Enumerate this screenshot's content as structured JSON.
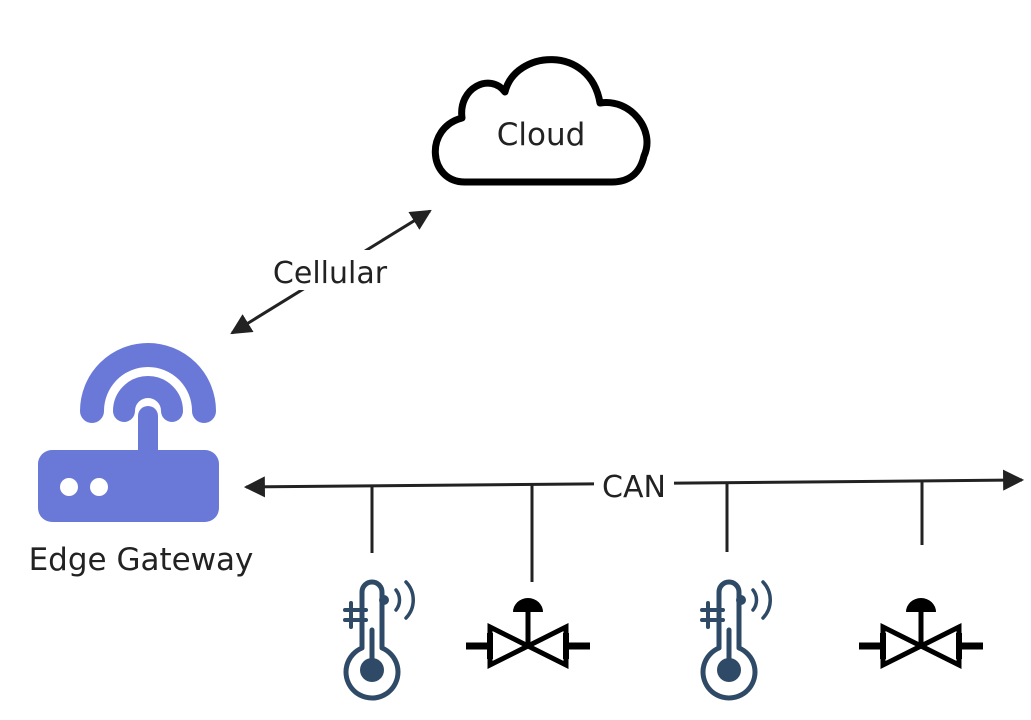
{
  "cloud": {
    "label": "Cloud",
    "icon": "cloud-icon"
  },
  "link": {
    "label": "Cellular"
  },
  "gateway": {
    "label": "Edge Gateway",
    "icon": "router-icon",
    "color": "#6a78d8"
  },
  "bus": {
    "label": "CAN"
  },
  "devices": [
    {
      "type": "thermometer",
      "icon": "thermometer-wireless-icon"
    },
    {
      "type": "valve",
      "icon": "control-valve-icon"
    },
    {
      "type": "thermometer",
      "icon": "thermometer-wireless-icon"
    },
    {
      "type": "valve",
      "icon": "control-valve-icon"
    }
  ],
  "colors": {
    "line": "#222222",
    "sensor": "#2f4a66"
  }
}
